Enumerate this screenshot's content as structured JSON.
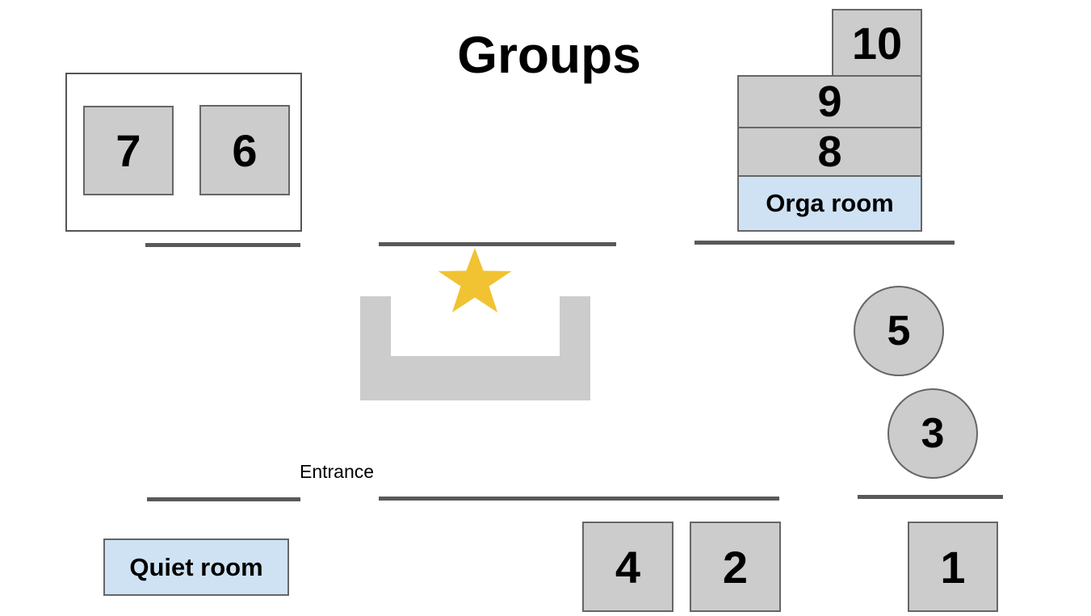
{
  "title": "Groups",
  "entrance_label": "Entrance",
  "rooms": {
    "orga": "Orga room",
    "quiet": "Quiet room"
  },
  "groups": {
    "g1": "1",
    "g2": "2",
    "g3": "3",
    "g4": "4",
    "g5": "5",
    "g6": "6",
    "g7": "7",
    "g8": "8",
    "g9": "9",
    "g10": "10"
  },
  "colors": {
    "group_fill": "#cccccc",
    "room_fill": "#cfe2f3",
    "wall": "#595959",
    "star": "#f1c232"
  },
  "icons": {
    "stage_marker": "star-icon"
  }
}
